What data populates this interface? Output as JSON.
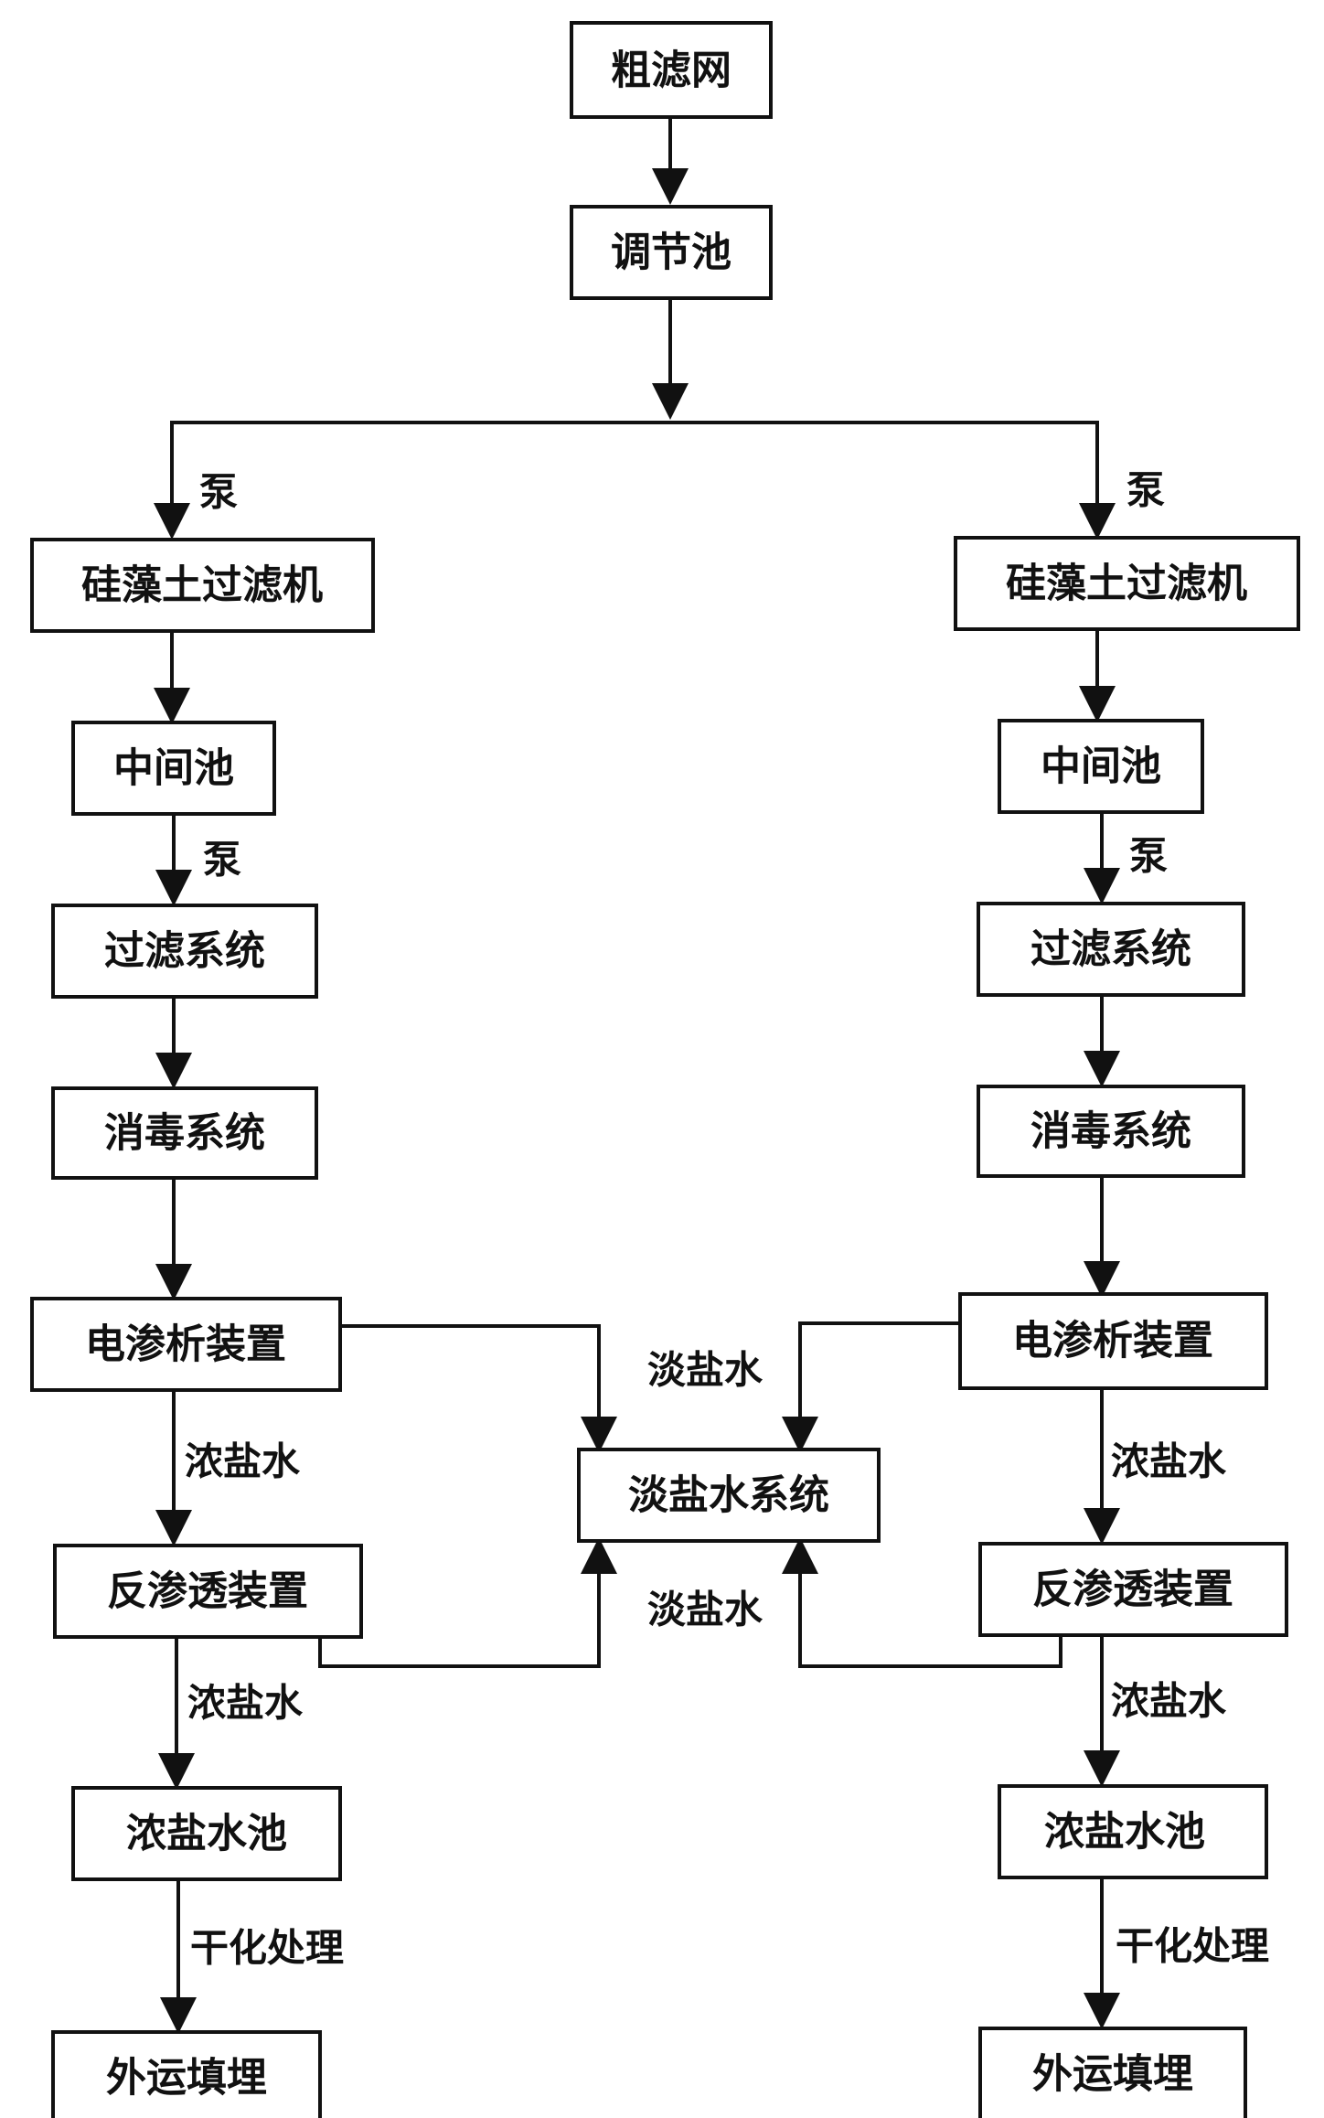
{
  "nodes": {
    "coarse_screen": "粗滤网",
    "equalization_tank": "调节池",
    "left_diatomite_filter": "硅藻土过滤机",
    "right_diatomite_filter": "硅藻土过滤机",
    "left_intermediate_tank": "中间池",
    "right_intermediate_tank": "中间池",
    "left_filtration_system": "过滤系统",
    "right_filtration_system": "过滤系统",
    "left_disinfection_system": "消毒系统",
    "right_disinfection_system": "消毒系统",
    "left_electrodialysis": "电渗析装置",
    "right_electrodialysis": "电渗析装置",
    "fresh_brine_system": "淡盐水系统",
    "left_reverse_osmosis": "反渗透装置",
    "right_reverse_osmosis": "反渗透装置",
    "left_brine_tank": "浓盐水池",
    "right_brine_tank": "浓盐水池",
    "left_landfill": "外运填埋",
    "right_landfill": "外运填埋"
  },
  "edges": {
    "pump": "泵",
    "concentrated_brine": "浓盐水",
    "fresh_brine": "淡盐水",
    "drying": "干化处理"
  }
}
